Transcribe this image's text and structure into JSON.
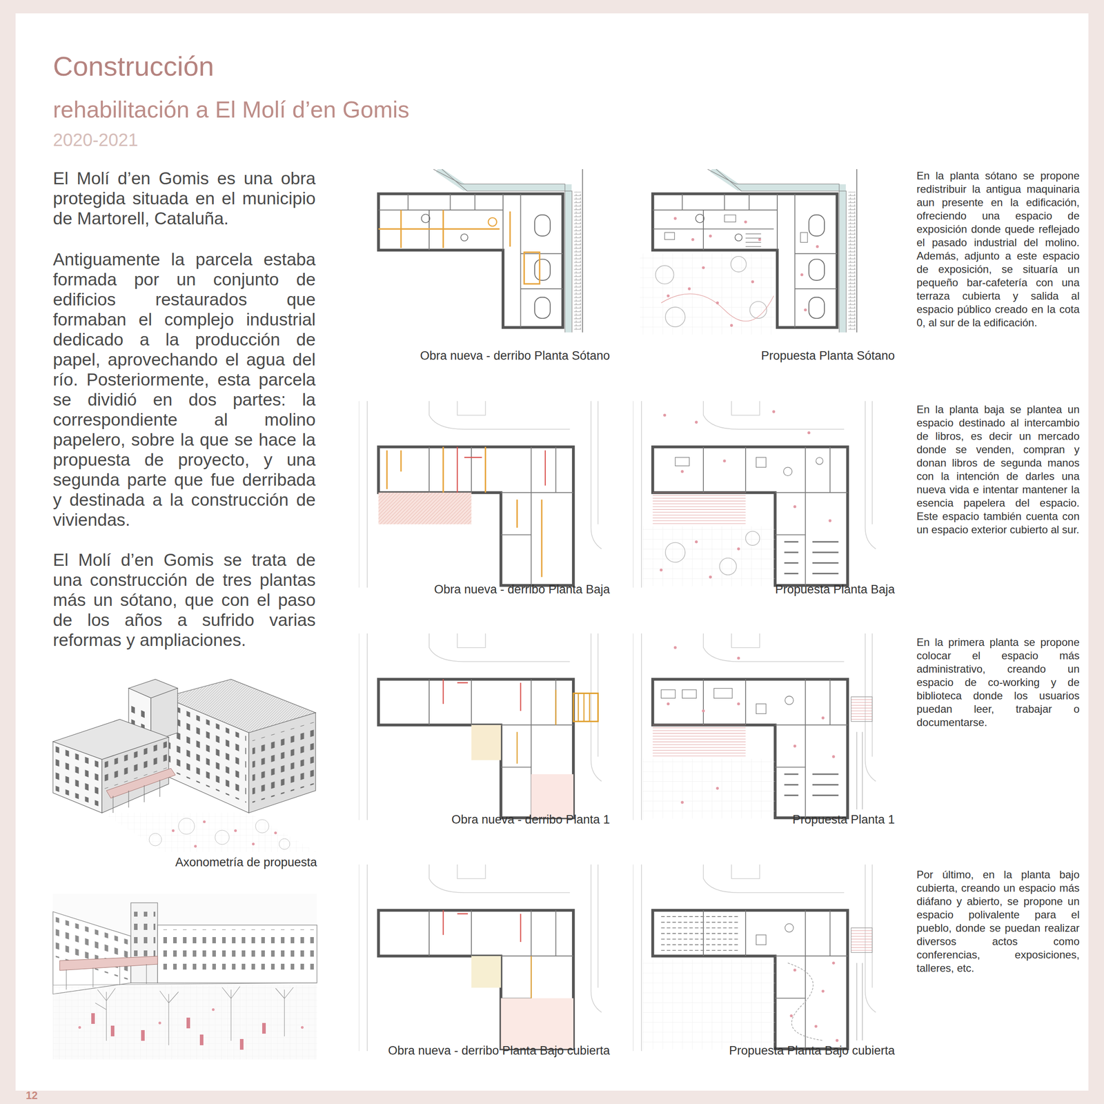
{
  "diagram": {
    "title": "Construcción",
    "labels": [
      "rehabilitación a El Molí d’en Gomis",
      "2020-2021",
      "El Molí d’en Gomis es una obra protegida situada en el municipio de Martorell, Cataluña.",
      "Antiguamente la parcela estaba formada por un conjunto de edificios restaurados que formaban el complejo industrial dedicado a la producción de papel, aprovechando el agua del río. Posteriormente, esta parcela se dividió en dos partes: la correspondiente al molino papelero, sobre la que se hace la propuesta de proyecto, y una segunda parte que fue derribada y destinada a la construcción de viviendas.",
      "El Molí d’en Gomis se trata de una construcción de tres plantas más un sótano, que con el paso de los años a sufrido varias reformas y ampliaciones.",
      "Axonometría de propuesta",
      "Obra nueva - derribo Planta Sótano",
      "Propuesta Planta Sótano",
      "En la planta sótano se propone redistribuir la antigua maquinaria aun presente en la edificación, ofreciendo una espacio de exposición donde quede reflejado el pasado industrial del molino. Además, adjunto a este espacio de exposición, se situaría un pequeño bar-cafetería con una terraza cubierta y salida al espacio público creado en la cota 0, al sur de la edificación.",
      "Obra nueva - derribo Planta Baja",
      "Propuesta Planta Baja",
      "En la planta baja se plantea un espacio destinado al intercambio de libros, es decir un mercado donde se venden, compran y donan libros de segunda manos con la intención de darles una nueva vida e intentar mantener la esencia papelera del espacio. Este espacio también cuenta con un espacio exterior cubierto al sur.",
      "Obra nueva - derribo Planta 1",
      "Propuesta Planta 1",
      "En la primera planta se propone colocar el espacio más administrativo, creando un espacio de co-working y de biblioteca donde los usuarios puedan leer, trabajar o documentarse.",
      "Obra nueva - derribo Planta Bajo cubierta",
      "Propuesta Planta Bajo cubierta",
      "Por último, en la planta bajo cubierta, creando un espacio más diáfano y abierto, se propone un espacio polivalente para el pueblo, donde se puedan realizar diversos actos como conferencias, exposiciones, talleres, etc.",
      "12"
    ]
  }
}
